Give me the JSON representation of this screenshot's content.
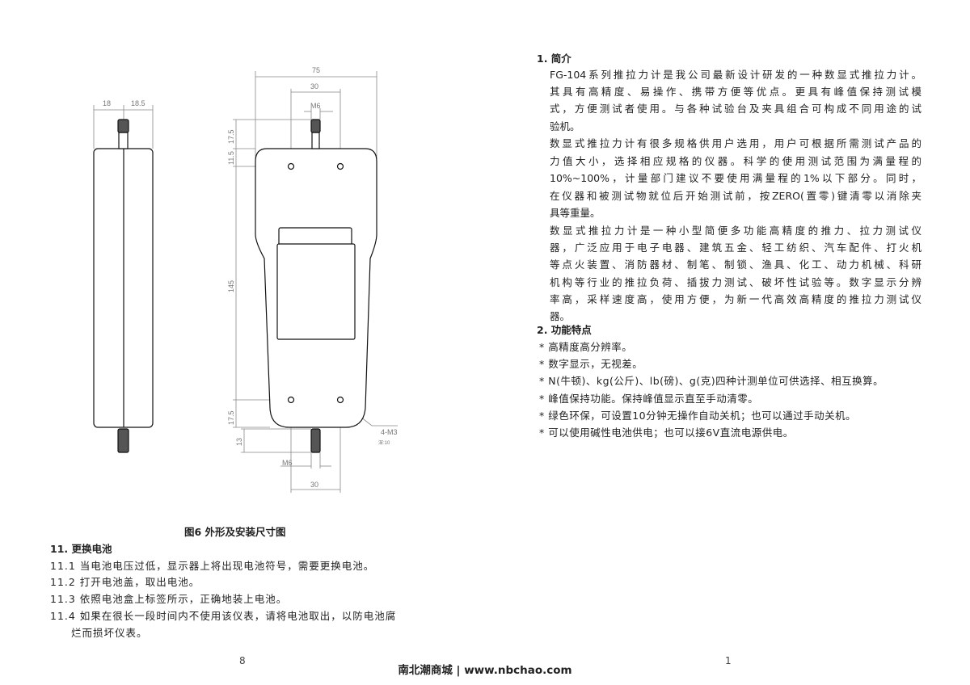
{
  "figure": {
    "caption": "图6 外形及安装尺寸图",
    "dims": {
      "side_left": "18",
      "side_right": "18.5",
      "width": "75",
      "hole_spacing_top": "30",
      "thread_top": "M6",
      "stud_top": "17.5",
      "hole_offset_top": "11.5",
      "hole_spacing_vertical": "145",
      "hole_offset_bottom": "17.5",
      "stud_bottom": "13",
      "thread_bottom": "M6",
      "hole_spacing_bottom": "30",
      "holes": "4-M3",
      "depth": "深:10"
    }
  },
  "section11": {
    "title": "11. 更换电池",
    "lines": [
      "11.1 当电池电压过低，显示器上将出现电池符号，需要更换电池。",
      "11.2 打开电池盖，取出电池。",
      "11.3 依照电池盒上标签所示，正确地装上电池。",
      "11.4 如果在很长一段时间内不使用该仪表，请将电池取出，以防电池腐",
      "烂而损坏仪表。"
    ]
  },
  "section1": {
    "title": "1. 简介",
    "lines": [
      "FG-104系列推拉力计是我公司最新设计研发的一种数显式推拉力计。",
      "其具有高精度、易操作、携带方便等优点。更具有峰值保持测试模",
      "式，方便测试者使用。与各种试验台及夹具组合可构成不同用途的试",
      "验机。",
      "数显式推拉力计有很多规格供用户选用，用户可根据所需测试产品的",
      "力值大小，选择相应规格的仪器。科学的使用测试范围为满量程的",
      "10%~100%，计量部门建议不要使用满量程的1%以下部分。同时，",
      "在仪器和被测试物就位后开始测试前，按ZERO(置零)键清零以消除夹",
      "具等重量。",
      "数显式推拉力计是一种小型简便多功能高精度的推力、拉力测试仪",
      "器，广泛应用于电子电器、建筑五金、轻工纺织、汽车配件、打火机",
      "等点火装置、消防器材、制笔、制锁、渔具、化工、动力机械、科研",
      "机构等行业的推拉负荷、插拔力测试、破坏性试验等。数字显示分辨",
      "率高，采样速度高，使用方便，为新一代高效高精度的推拉力测试仪",
      "器。"
    ]
  },
  "section2": {
    "title": "2. 功能特点",
    "items": [
      "* 高精度高分辨率。",
      "* 数字显示，无视差。",
      "* N(牛顿)、kg(公斤)、lb(磅)、g(克)四种计测单位可供选择、相互换算。",
      "* 峰值保持功能。保持峰值显示直至手动清零。",
      "* 绿色环保，可设置10分钟无操作自动关机；也可以通过手动关机。",
      "* 可以使用碱性电池供电；也可以接6V直流电源供电。"
    ]
  },
  "page_left": "8",
  "page_right": "1",
  "footer": "南北潮商城 | www.nbchao.com"
}
